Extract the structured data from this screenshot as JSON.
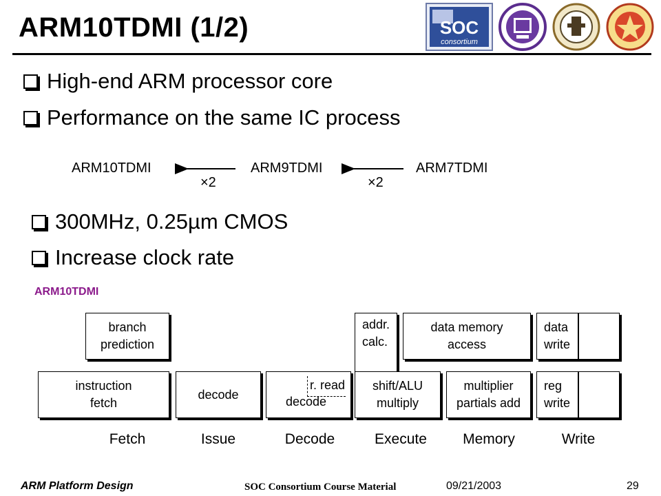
{
  "slide": {
    "title": "ARM10TDMI (1/2)",
    "page_number": "29"
  },
  "logos": [
    {
      "name": "soc-consortium-logo",
      "text": "SOC consortium"
    },
    {
      "name": "university-seal-1",
      "text": ""
    },
    {
      "name": "university-seal-2",
      "text": ""
    },
    {
      "name": "university-seal-3",
      "text": ""
    }
  ],
  "bullets": [
    "High-end ARM processor core",
    "Performance on the same IC process",
    "300MHz, 0.25µm CMOS",
    "Increase clock rate"
  ],
  "performance": {
    "cores": [
      "ARM10TDMI",
      "ARM9TDMI",
      "ARM7TDMI"
    ],
    "multipliers": [
      "×2",
      "×2"
    ]
  },
  "pipeline": {
    "title": "ARM10TDMI",
    "title_color": "#8b1a8b",
    "boxes": {
      "branch_prediction": "branch\nprediction",
      "instruction_fetch": "instruction\nfetch",
      "issue_decode": "decode",
      "decode": "decode",
      "reg_read": "r. read",
      "addr_calc": "addr.\ncalc.",
      "shift_alu": "shift/ALU\nmultiply",
      "data_memory_access": "data memory\naccess",
      "multiplier_partials": "multiplier\npartials add",
      "data_write": "data\nwrite",
      "reg_write": "reg\nwrite"
    },
    "stages": [
      "Fetch",
      "Issue",
      "Decode",
      "Execute",
      "Memory",
      "Write"
    ]
  },
  "footer": {
    "left": "ARM Platform Design",
    "center": "SOC Consortium Course Material",
    "date": "09/21/2003"
  }
}
